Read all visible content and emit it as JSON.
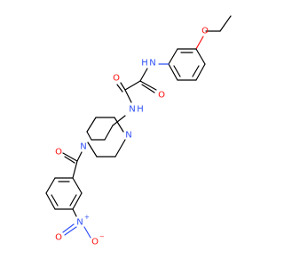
{
  "colors": {
    "bond": "#000000",
    "oxygen": "#ff0d0d",
    "nitrogen": "#3050f8",
    "background": "#ffffff"
  },
  "labels": {
    "ether_O": "O",
    "amide1_N": "N",
    "amide1_H": "H",
    "amide1_O": "O",
    "amide2_O": "O",
    "amide2_N": "N",
    "amide2_H": "H",
    "pip_N1": "N",
    "pip_N2": "N",
    "carbonyl_O": "O",
    "nitro_N": "N",
    "nitro_N_charge": "+",
    "nitro_O1": "O",
    "nitro_O2": "O",
    "nitro_O2_charge": "−"
  }
}
